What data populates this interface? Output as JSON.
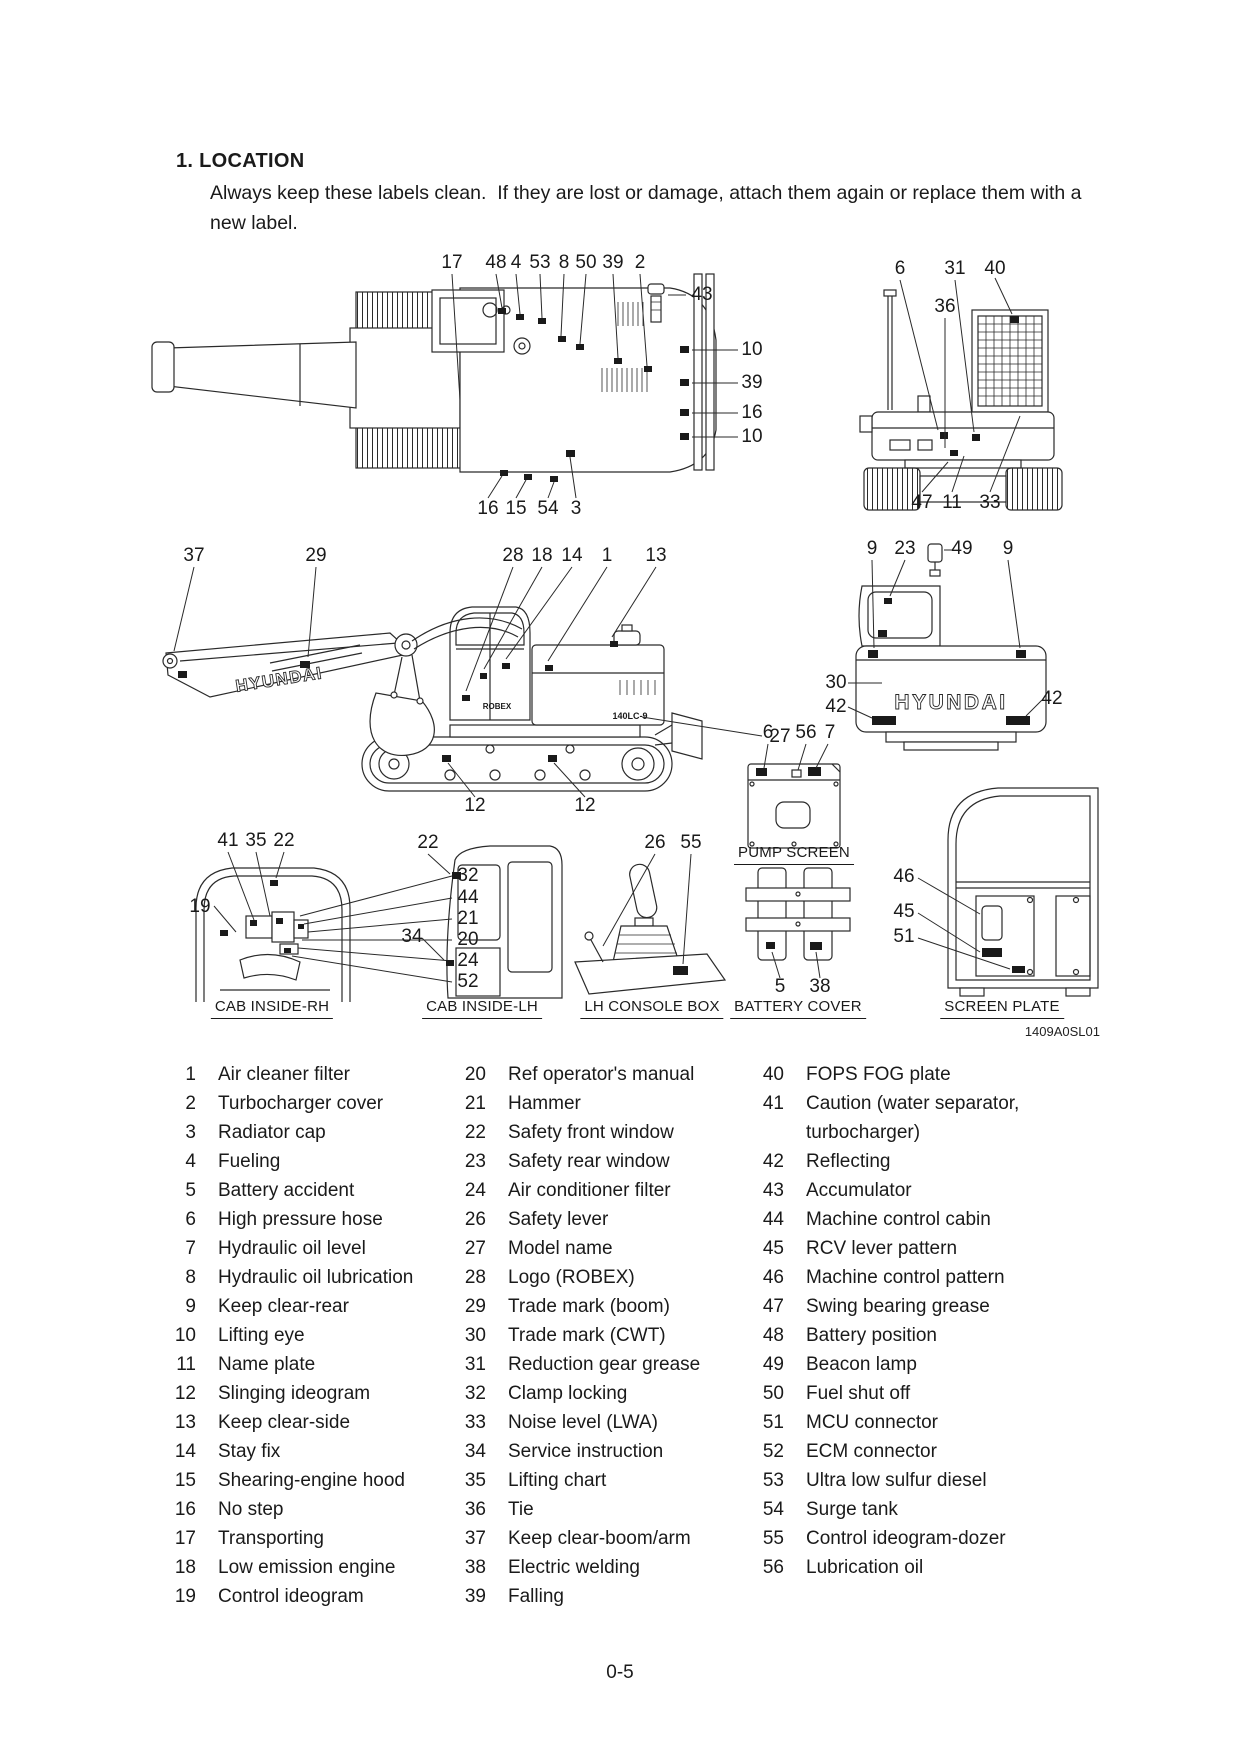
{
  "page": {
    "heading": "1. LOCATION",
    "intro": "Always keep these labels clean.  If they are lost or damage, attach them again or replace them with a new label.",
    "figure_code": "1409A0SL01",
    "page_number": "0-5"
  },
  "captions": {
    "pump_screen": "PUMP SCREEN",
    "cab_inside_rh": "CAB INSIDE-RH",
    "cab_inside_lh": "CAB INSIDE-LH",
    "lh_console_box": "LH CONSOLE BOX",
    "battery_cover": "BATTERY COVER",
    "screen_plate": "SCREEN PLATE"
  },
  "brand": {
    "boom": "HYUNDAI",
    "cwt": "HYUNDAI",
    "logo": "ROBEX",
    "model": "140LC-9"
  },
  "callouts": {
    "top": [
      "17",
      "48",
      "4",
      "53",
      "8",
      "50",
      "39",
      "2",
      "43",
      "10",
      "39",
      "16",
      "10",
      "16",
      "15",
      "54",
      "3"
    ],
    "rear": [
      "6",
      "31",
      "40",
      "36",
      "47",
      "11",
      "33"
    ],
    "side": [
      "37",
      "29",
      "28",
      "18",
      "14",
      "1",
      "13",
      "27",
      "12",
      "12"
    ],
    "cwt": [
      "9",
      "23",
      "49",
      "9",
      "30",
      "42",
      "42"
    ],
    "pump": [
      "6",
      "56",
      "7"
    ],
    "cab_rh": [
      "41",
      "35",
      "22",
      "19",
      "32",
      "44",
      "21",
      "20",
      "24",
      "52"
    ],
    "cab_lh": [
      "22",
      "34"
    ],
    "console": [
      "26",
      "55"
    ],
    "battery": [
      "5",
      "38"
    ],
    "screen_plate": [
      "46",
      "45",
      "51"
    ]
  },
  "legend": {
    "columns": [
      {
        "items": [
          {
            "num": "1",
            "text": "Air cleaner filter"
          },
          {
            "num": "2",
            "text": "Turbocharger cover"
          },
          {
            "num": "3",
            "text": "Radiator cap"
          },
          {
            "num": "4",
            "text": "Fueling"
          },
          {
            "num": "5",
            "text": "Battery accident"
          },
          {
            "num": "6",
            "text": "High pressure hose"
          },
          {
            "num": "7",
            "text": "Hydraulic oil level"
          },
          {
            "num": "8",
            "text": "Hydraulic oil lubrication"
          },
          {
            "num": "9",
            "text": "Keep clear-rear"
          },
          {
            "num": "10",
            "text": "Lifting eye"
          },
          {
            "num": "11",
            "text": "Name plate"
          },
          {
            "num": "12",
            "text": "Slinging ideogram"
          },
          {
            "num": "13",
            "text": "Keep clear-side"
          },
          {
            "num": "14",
            "text": "Stay fix"
          },
          {
            "num": "15",
            "text": "Shearing-engine hood"
          },
          {
            "num": "16",
            "text": "No step"
          },
          {
            "num": "17",
            "text": "Transporting"
          },
          {
            "num": "18",
            "text": "Low emission engine"
          },
          {
            "num": "19",
            "text": "Control ideogram"
          }
        ]
      },
      {
        "items": [
          {
            "num": "20",
            "text": "Ref operator's manual"
          },
          {
            "num": "21",
            "text": "Hammer"
          },
          {
            "num": "22",
            "text": "Safety front window"
          },
          {
            "num": "23",
            "text": "Safety rear window"
          },
          {
            "num": "24",
            "text": "Air conditioner filter"
          },
          {
            "num": "26",
            "text": "Safety lever"
          },
          {
            "num": "27",
            "text": "Model name"
          },
          {
            "num": "28",
            "text": "Logo (ROBEX)"
          },
          {
            "num": "29",
            "text": "Trade mark (boom)"
          },
          {
            "num": "30",
            "text": "Trade mark (CWT)"
          },
          {
            "num": "31",
            "text": "Reduction gear grease"
          },
          {
            "num": "32",
            "text": "Clamp locking"
          },
          {
            "num": "33",
            "text": "Noise level (LWA)"
          },
          {
            "num": "34",
            "text": "Service instruction"
          },
          {
            "num": "35",
            "text": "Lifting chart"
          },
          {
            "num": "36",
            "text": "Tie"
          },
          {
            "num": "37",
            "text": "Keep clear-boom/arm"
          },
          {
            "num": "38",
            "text": "Electric welding"
          },
          {
            "num": "39",
            "text": "Falling"
          }
        ]
      },
      {
        "items": [
          {
            "num": "40",
            "text": "FOPS FOG plate"
          },
          {
            "num": "41",
            "text": "Caution (water separator, turbocharger)"
          },
          {
            "num": "42",
            "text": "Reflecting"
          },
          {
            "num": "43",
            "text": "Accumulator"
          },
          {
            "num": "44",
            "text": "Machine control cabin"
          },
          {
            "num": "45",
            "text": "RCV lever pattern"
          },
          {
            "num": "46",
            "text": "Machine control pattern"
          },
          {
            "num": "47",
            "text": "Swing bearing grease"
          },
          {
            "num": "48",
            "text": "Battery position"
          },
          {
            "num": "49",
            "text": "Beacon lamp"
          },
          {
            "num": "50",
            "text": "Fuel shut off"
          },
          {
            "num": "51",
            "text": "MCU connector"
          },
          {
            "num": "52",
            "text": "ECM connector"
          },
          {
            "num": "53",
            "text": "Ultra low sulfur diesel"
          },
          {
            "num": "54",
            "text": "Surge tank"
          },
          {
            "num": "55",
            "text": "Control ideogram-dozer"
          },
          {
            "num": "56",
            "text": "Lubrication oil"
          }
        ]
      }
    ]
  }
}
